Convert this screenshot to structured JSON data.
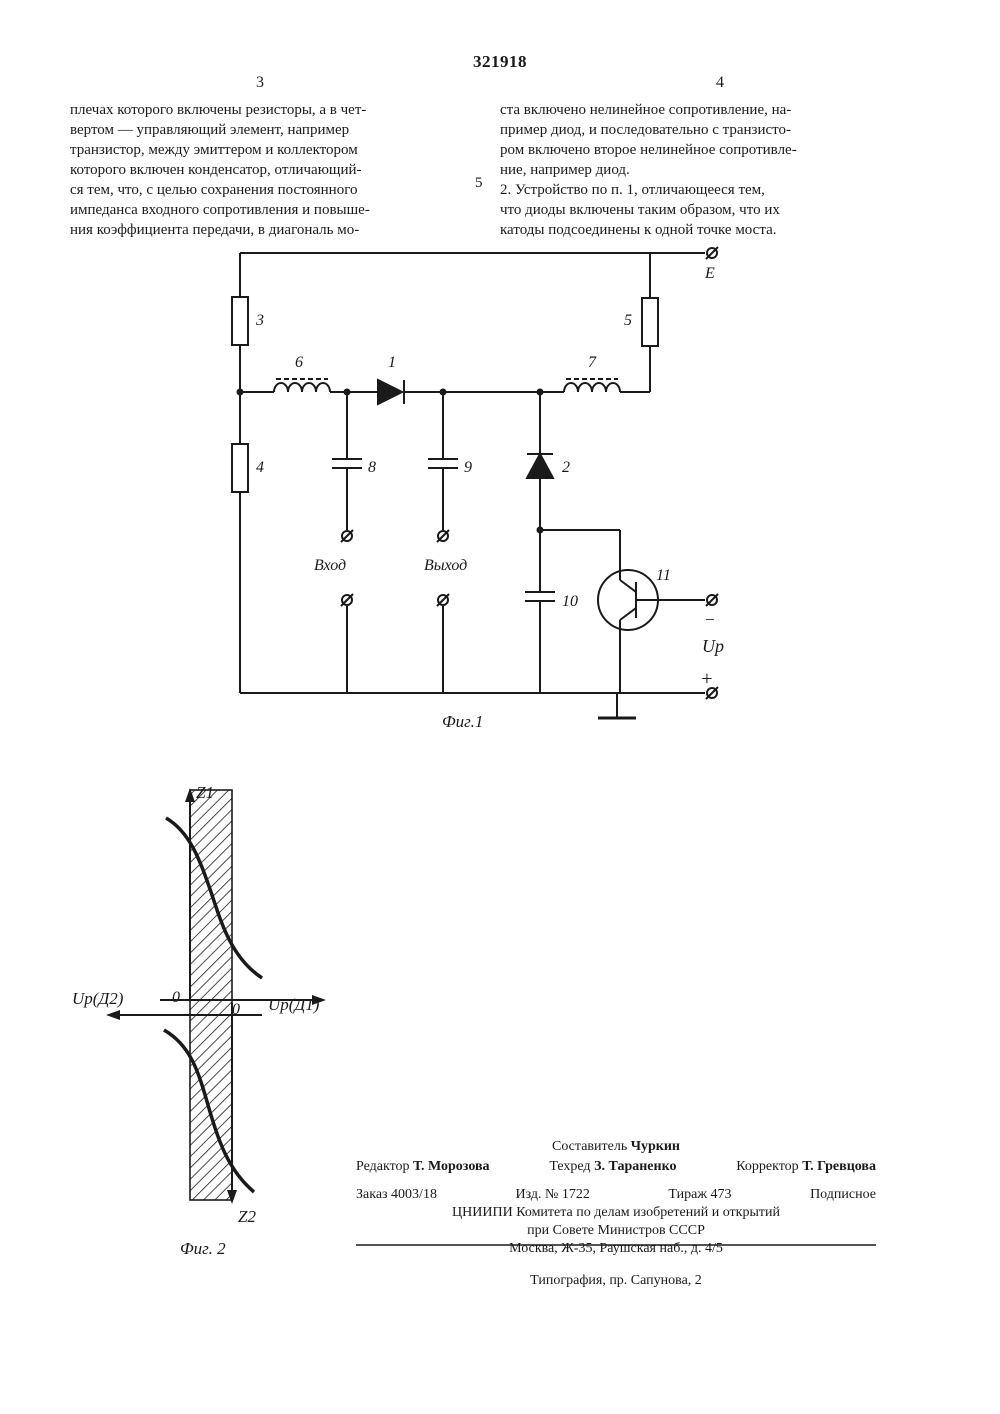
{
  "header": {
    "patent_number": "321918",
    "col_left_num": "3",
    "col_right_num": "4",
    "margin_line": "5"
  },
  "left_column": [
    "плечах которого включены резисторы, а в чет-",
    "вертом — управляющий элемент, например",
    "транзистор, между эмиттером и коллектором",
    "которого включен конденсатор, отличающий-",
    "ся тем, что, с целью сохранения постоянного",
    "импеданса входного сопротивления и повыше-",
    "ния коэффициента передачи, в диагональ мо-"
  ],
  "right_column": [
    "ста включено нелинейное сопротивление, на-",
    "пример диод, и последовательно с транзисто-",
    "ром включено второе нелинейное сопротивле-",
    "ние, например диод.",
    "2. Устройство по п. 1, отличающееся тем,",
    "что диоды включены таким образом, что их",
    "катоды подсоединены к одной точке моста."
  ],
  "fig1": {
    "supply_label": "E",
    "component_labels": [
      "3",
      "4",
      "5",
      "6",
      "1",
      "7",
      "8",
      "9",
      "2",
      "10",
      "11"
    ],
    "input_label": "Вход",
    "output_label": "Выход",
    "control_label": "Uр",
    "minus_sign": "−",
    "plus_sign": "+",
    "caption": "Фиг.1"
  },
  "fig2": {
    "z1": "Z1",
    "z2": "Z2",
    "left_axis_label": "Uр(Д2)",
    "right_axis_label": "Uр(Д1)",
    "zero_left": "0",
    "zero_right": "0",
    "caption": "Фиг. 2"
  },
  "credits": {
    "compiler_label": "Составитель",
    "compiler": "Чуркин",
    "editor_label": "Редактор",
    "editor": "Т. Морозова",
    "techred_label": "Техред",
    "techred": "З. Тараненко",
    "corrector_label": "Корректор",
    "corrector": "Т. Гревцова",
    "order": "Заказ 4003/18",
    "edition": "Изд. № 1722",
    "circulation": "Тираж 473",
    "subscription": "Подписное",
    "org_line1": "ЦНИИПИ Комитета по делам изобретений и открытий",
    "org_line2": "при Совете Министров СССР",
    "address": "Москва, Ж-35, Раушская наб., д. 4/5",
    "printer": "Типография, пр. Сапунова, 2"
  }
}
